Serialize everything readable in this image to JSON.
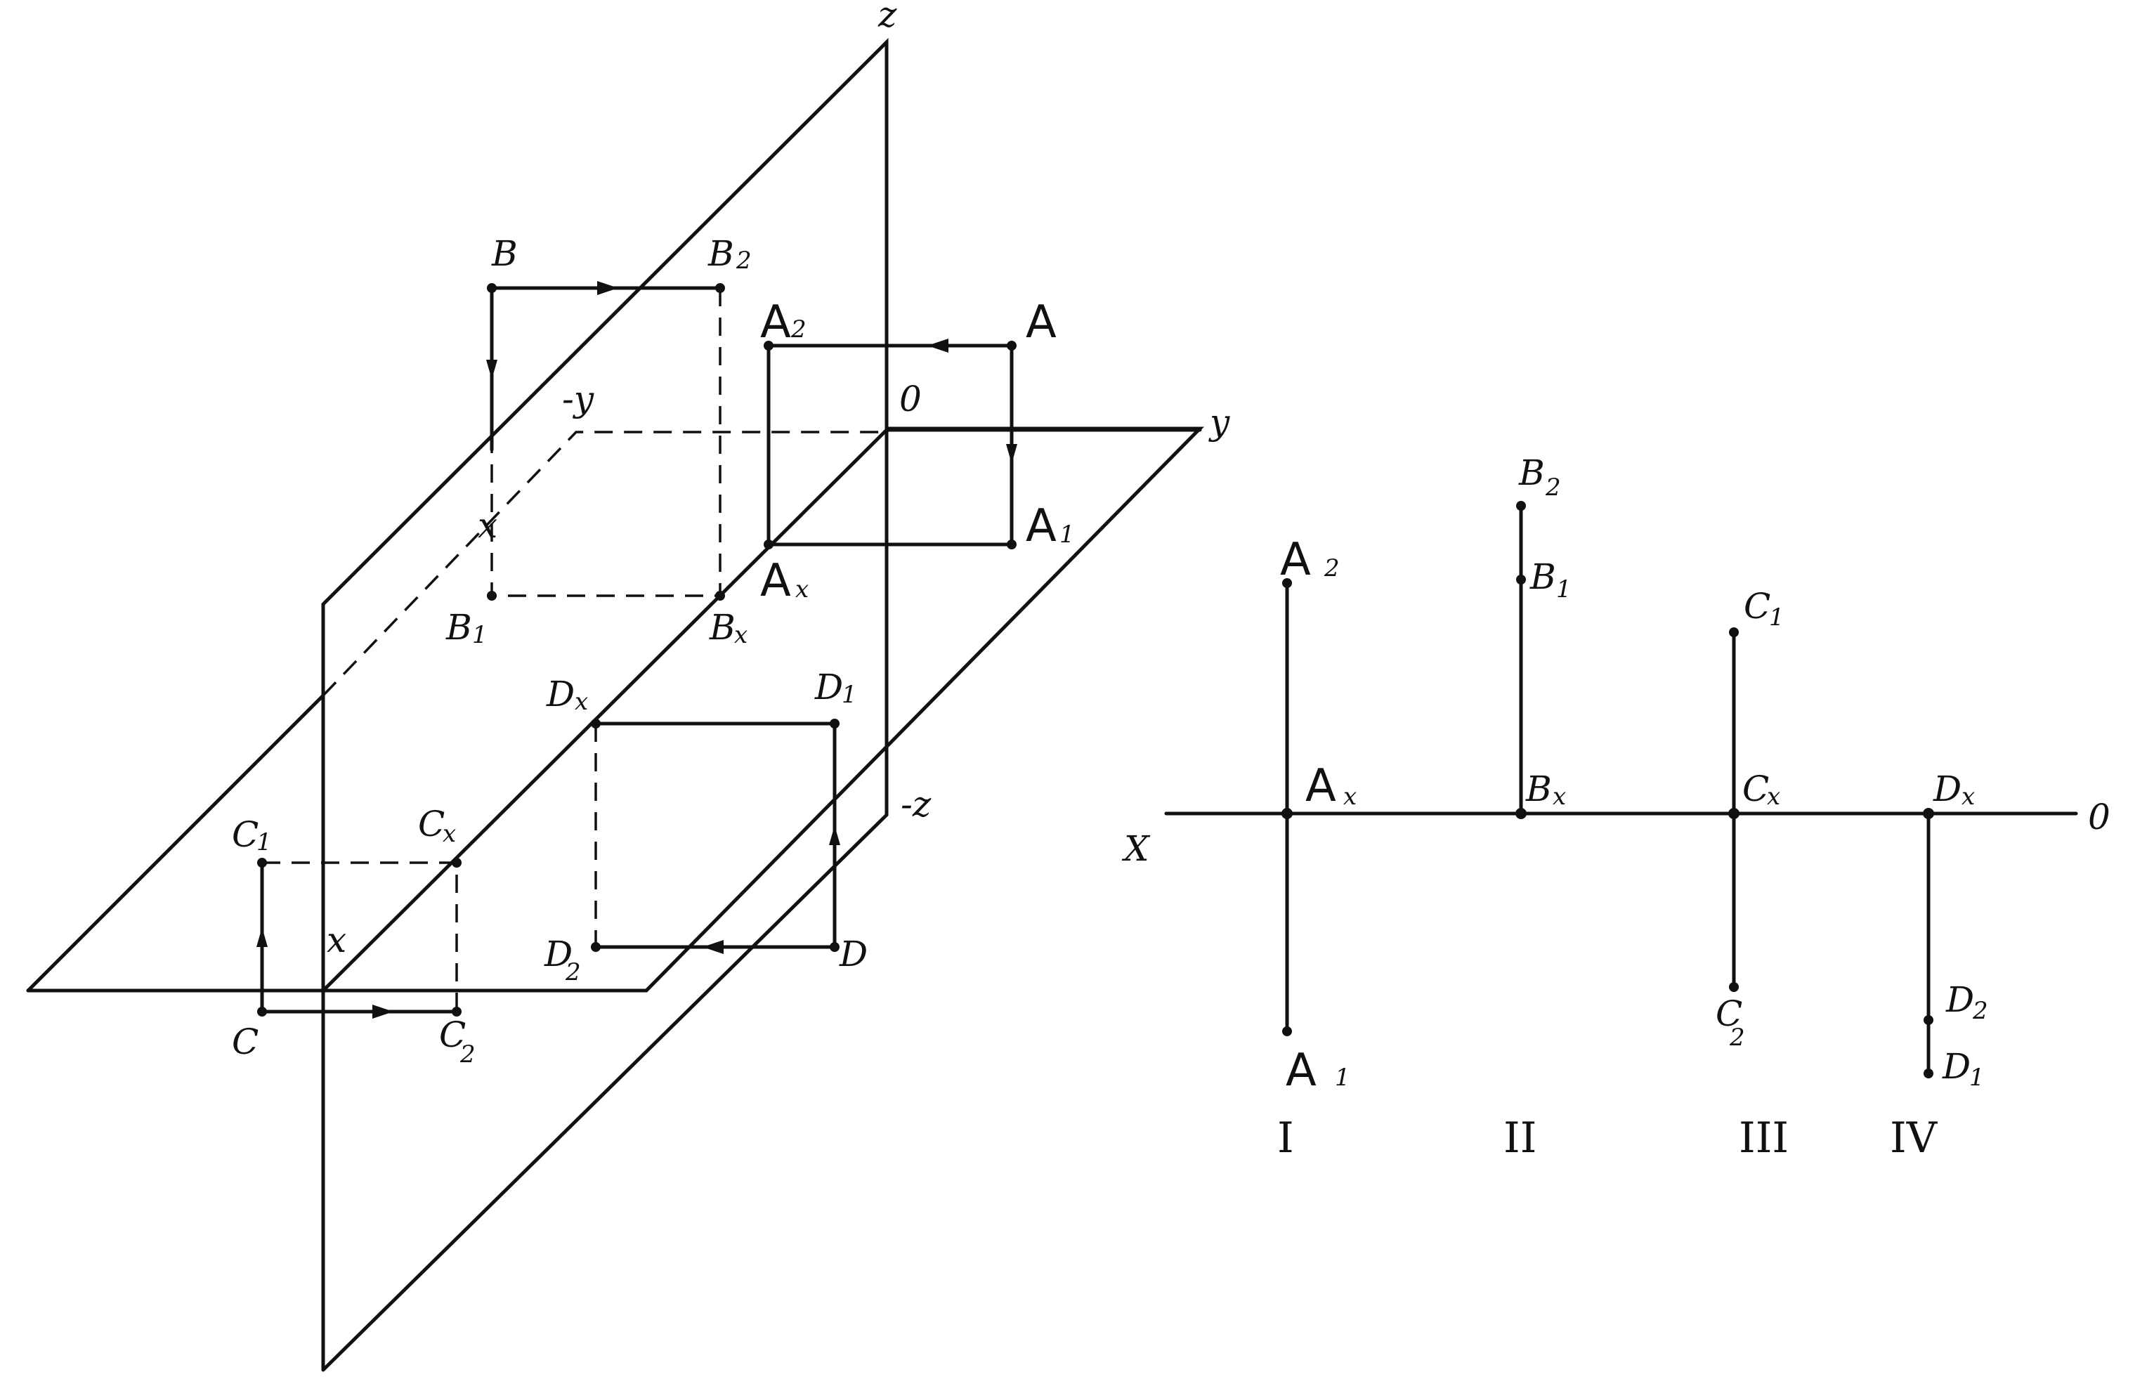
{
  "left_diagram": {
    "axis_z": "z",
    "axis_y": "y",
    "axis_neg_y": "-y",
    "axis_neg_z": "-z",
    "origin": "0",
    "axis_x_upper": "x",
    "axis_x_lower": "x",
    "points": {
      "A": "A",
      "A1": "A",
      "A1_sub": "1",
      "A2": "A",
      "A2_sub": "2",
      "Ax": "A",
      "Ax_sub": "x",
      "B": "B",
      "B1": "B",
      "B1_sub": "1",
      "B2": "B",
      "B2_sub": "2",
      "Bx": "B",
      "Bx_sub": "x",
      "C": "C",
      "C1": "C",
      "C1_sub": "1",
      "C2": "C",
      "C2_sub": "2",
      "Cx": "C",
      "Cx_sub": "x",
      "D": "D",
      "D1": "D",
      "D1_sub": "1",
      "D2": "D",
      "D2_sub": "2",
      "Dx": "D",
      "Dx_sub": "x"
    }
  },
  "right_diagram": {
    "axis_x": "X",
    "axis_end": "0",
    "labels": {
      "A2": "A",
      "A2_sub": "2",
      "Ax": "A",
      "Ax_sub": "x",
      "A1": "A",
      "A1_sub": "1",
      "B2": "B",
      "B2_sub": "2",
      "B1": "B",
      "B1_sub": "1",
      "Bx": "B",
      "Bx_sub": "x",
      "C1": "C",
      "C1_sub": "1",
      "Cx": "C",
      "Cx_sub": "x",
      "C2": "C",
      "C2_sub": "2",
      "Dx": "D",
      "Dx_sub": "x",
      "D2": "D",
      "D2_sub": "2",
      "D1": "D",
      "D1_sub": "1"
    },
    "numerals": [
      "I",
      "II",
      "III",
      "IV"
    ]
  }
}
